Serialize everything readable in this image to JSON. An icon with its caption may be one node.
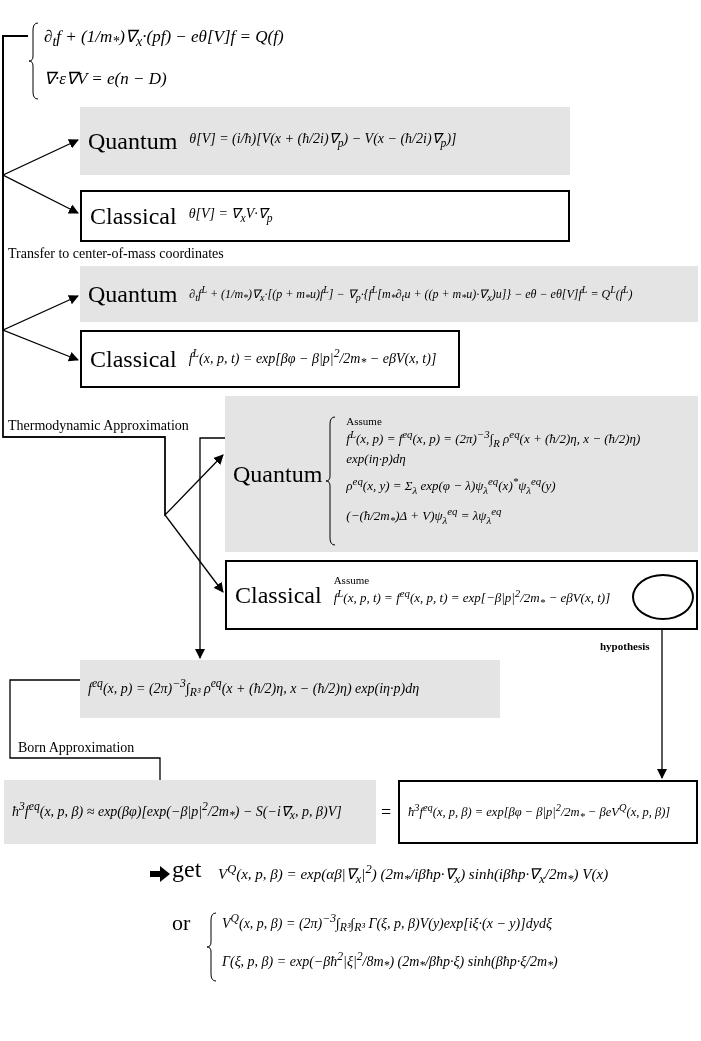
{
  "diagram": {
    "nodes": [
      {
        "text": [
          "∂$_{t}$f + (1/m$_{*}$)∇$_{x}$·(pf) − eθ[V]f = Q(f)",
          "∇·ε∇V = e(n − D)"
        ]
      },
      {
        "text": [
          "Quantum",
          "θ[V] = (i/ħ)[V(x + (ħ/2i)∇$_{p}$) − V(x − (ħ/2i)∇$_{p}$)]"
        ]
      },
      {
        "text": [
          "Classical",
          "θ[V] = ∇$_{x}$V·∇$_{p}$"
        ]
      },
      {
        "text": [
          "Quantum",
          "∂$_{t}$f$^{L}$ + (1/m$_{*}$)∇$_{x}$·[(p + m$_{*}$u)f$^{L}$] − ∇$_{p}$·{f$^{L}$[m$_{*}$∂$_{t}$u + ((p + m$_{*}$u)·∇$_{x}$)u]} − eθ − eθ[V]f$^{L}$ = Q$^{L}$(f$^{L}$)"
        ]
      },
      {
        "text": [
          "Classical",
          "f$^{L}$(x, p, t) = exp[βφ − β|p|$^{2}$/2m$_{*}$ − eβV(x, t)]"
        ]
      },
      {
        "text": [
          "Quantum",
          "Assume",
          "f$^{L}$(x, p) = f$^{eq}$(x, p) = (2π)$^{−3}$∫$_{R}$ ρ$^{eq}$(x + (ħ/2)η, x − (ħ/2)η) exp(iη·p)dη",
          "ρ$^{eq}$(x, y) = Σ$_{λ}$ exp(φ − λ)ψ$_{λ}$$^{eq}$(x)$^{*}$ψ$_{λ}$$^{eq}$(y)",
          "(−(ħ/2m$_{*}$)Δ + V)ψ$_{λ}$$^{eq}$ = λψ$_{λ}$$^{eq}$"
        ]
      },
      {
        "text": [
          "Classical",
          "Assume",
          "f$^{L}$(x, p, t) = f$^{eq}$(x, p, t) = exp[−β|p|$^{2}$/2m$_{*}$ − eβV(x, t)]"
        ]
      },
      {
        "text": [],
        "shape": "ellipse",
        "in": 6
      },
      {
        "text": [
          "f$^{eq}$(x, p) = (2π)$^{−3}$∫$_{R³}$ ρ$^{eq}$(x + (ħ/2)η, x − (ħ/2)η) exp(iη·p)dη"
        ]
      },
      {
        "text": [
          "ħ$^{3}$f$^{eq}$(x, p, β) ≈ exp(βφ)[exp(−β|p|$^{2}$/2m$_{*}$) − S(−i∇$_{x}$, p, β)V]"
        ]
      },
      {
        "text": [
          "ħ$^{3}$f$^{eq}$(x, p, β) = exp[βφ − β|p|$^{2}$/2m$_{*}$ − βeV$^{Q}$(x, p, β)]"
        ]
      }
    ],
    "edges": [
      {
        "from": 0,
        "to": 1,
        "arrow": "to"
      },
      {
        "from": 0,
        "to": 2,
        "arrow": "to"
      },
      {
        "from": 0,
        "to": 3,
        "arrow": "to",
        "label": "Transfer to center-of-mass coordinates"
      },
      {
        "from": 0,
        "to": 4,
        "arrow": "to"
      },
      {
        "from": 0,
        "to": 5,
        "arrow": "to",
        "label": "Thermodynamic Approximation"
      },
      {
        "from": 0,
        "to": 6,
        "arrow": "to"
      },
      {
        "from": 5,
        "to": 8,
        "arrow": "to"
      },
      {
        "from": 8,
        "to": 9,
        "arrow": "none",
        "label": "Born Approximation"
      },
      {
        "from": 7,
        "to": 10,
        "arrow": "to",
        "label": "hypothesis"
      }
    ],
    "labels": [
      "=",
      "get",
      "V$^{Q}$(x, p, β) = exp(αβ|∇$_{x}$|$^{2}$) (2m$_{*}$/iβħp·∇$_{x}$) sinh(iβħp·∇$_{x}$/2m$_{*}$) V(x)",
      "or",
      "V$^{Q}$(x, p, β) = (2π)$^{−3}$∫$_{R³}$∫$_{R³}$ Γ(ξ, p, β)V(y)exp[iξ·(x − y)]dydξ",
      "Γ(ξ, p, β) = exp(−βħ$^{2}$|ξ|$^{2}$/8m$_{*}$) (2m$_{*}$/βħp·ξ) sinh(βħp·ξ/2m$_{*}$)"
    ]
  }
}
